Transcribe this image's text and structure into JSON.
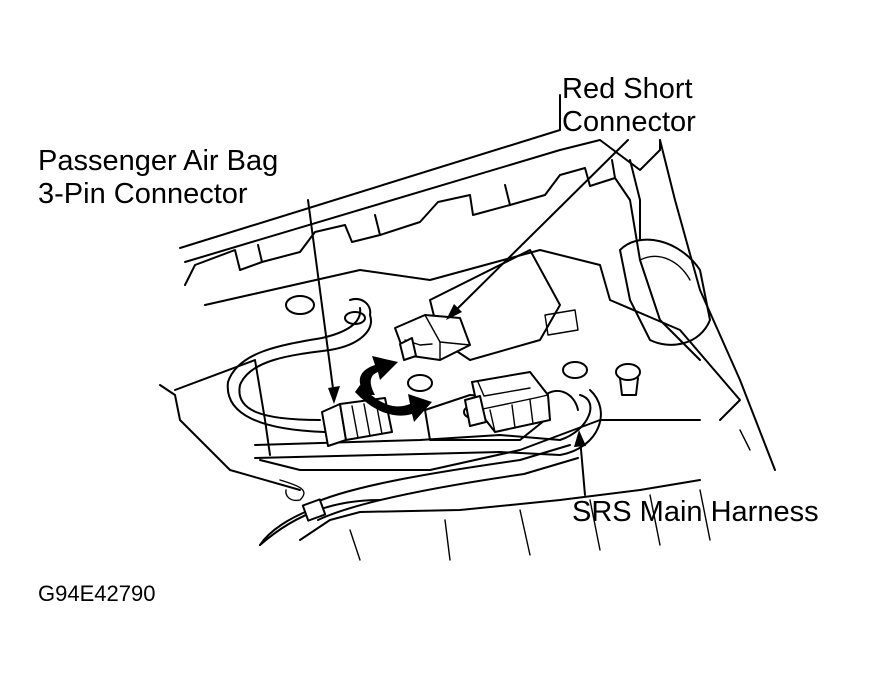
{
  "labels": {
    "passenger_connector_line1": "Passenger Air Bag",
    "passenger_connector_line2": "3-Pin Connector",
    "red_short_line1": "Red Short",
    "red_short_line2": "Connector",
    "srs_harness": "SRS Main Harness"
  },
  "figure_id": "G94E42790"
}
